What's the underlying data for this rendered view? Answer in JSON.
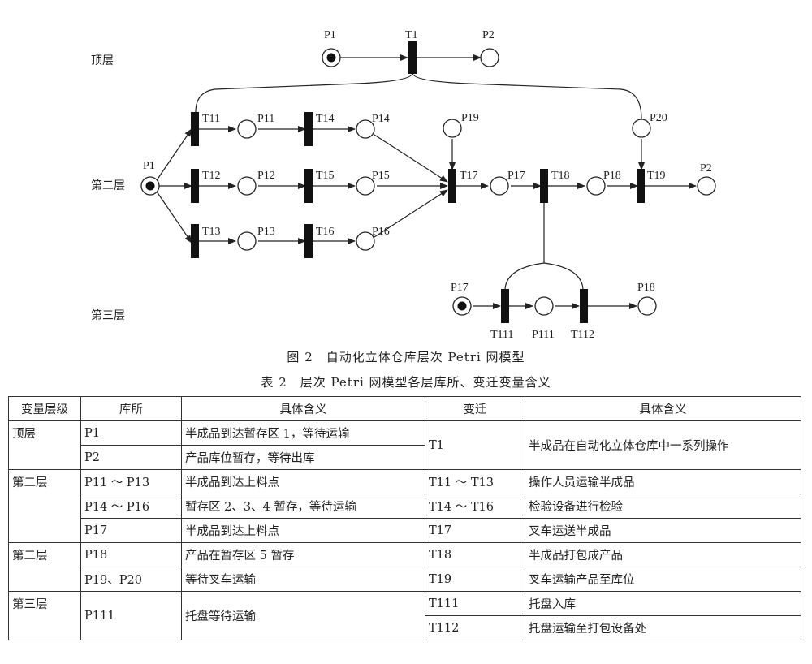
{
  "diagram": {
    "layers": {
      "top": "顶层",
      "second": "第二层",
      "third": "第三层"
    },
    "places": {
      "top_p1": "P1",
      "top_p2": "P2",
      "l2_p1": "P1",
      "p11": "P11",
      "p12": "P12",
      "p13": "P13",
      "p14": "P14",
      "p15": "P15",
      "p16": "P16",
      "p17": "P17",
      "p18": "P18",
      "p19": "P19",
      "p20": "P20",
      "l2_p2": "P2",
      "l3_p17": "P17",
      "p111": "P111",
      "l3_p18": "P18"
    },
    "transitions": {
      "t1": "T1",
      "t11": "T11",
      "t12": "T12",
      "t13": "T13",
      "t14": "T14",
      "t15": "T15",
      "t16": "T16",
      "t17": "T17",
      "t18": "T18",
      "t19": "T19",
      "t111": "T111",
      "t112": "T112"
    }
  },
  "figure_caption": "图 2　自动化立体仓库层次 Petri 网模型",
  "table_caption": "表 2　层次 Petri 网模型各层库所、变迁变量含义",
  "table": {
    "headers": [
      "变量层级",
      "库所",
      "具体含义",
      "变迁",
      "具体含义"
    ],
    "rows": [
      {
        "level": "顶层",
        "place": "P1",
        "place_meaning": "半成品到达暂存区 1，等待运输",
        "transition": "T1",
        "transition_meaning": "半成品在自动化立体仓库中一系列操作"
      },
      {
        "place": "P2",
        "place_meaning": "产品库位暂存，等待出库"
      },
      {
        "level": "第二层",
        "place": "P11 ～ P13",
        "place_meaning": "半成品到达上料点",
        "transition": "T11 ～ T13",
        "transition_meaning": "操作人员运输半成品"
      },
      {
        "place": "P14 ～ P16",
        "place_meaning": "暂存区 2、3、4 暂存，等待运输",
        "transition": "T14 ～ T16",
        "transition_meaning": "检验设备进行检验"
      },
      {
        "place": "P17",
        "place_meaning": "半成品到达上料点",
        "transition": "T17",
        "transition_meaning": "叉车运送半成品"
      },
      {
        "level": "第二层",
        "place": "P18",
        "place_meaning": "产品在暂存区 5 暂存",
        "transition": "T18",
        "transition_meaning": "半成品打包成产品"
      },
      {
        "place": "P19、P20",
        "place_meaning": "等待叉车运输",
        "transition": "T19",
        "transition_meaning": "叉车运输产品至库位"
      },
      {
        "level": "第三层",
        "place": "P111",
        "place_meaning": "托盘等待运输",
        "transition": "T111",
        "transition_meaning": "托盘入库"
      },
      {
        "transition": "T112",
        "transition_meaning": "托盘运输至打包设备处"
      }
    ]
  }
}
